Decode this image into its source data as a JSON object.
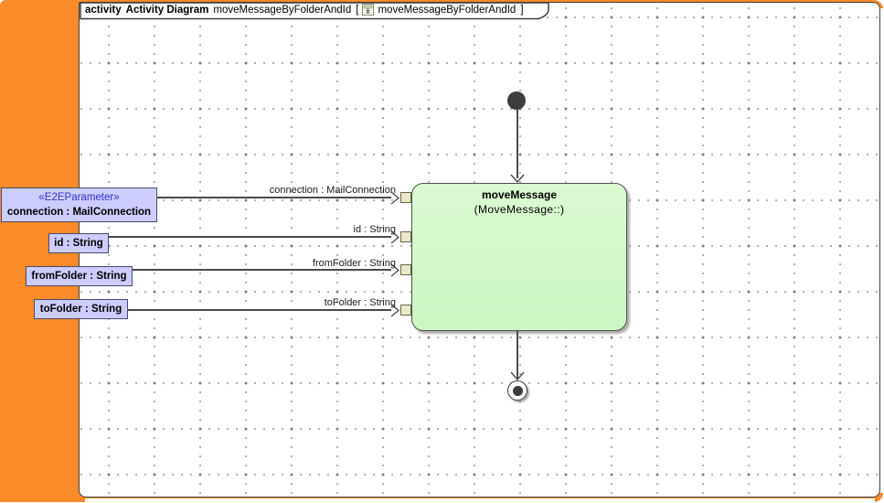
{
  "tab": {
    "keyword": "activity",
    "kind": "Activity Diagram",
    "name": "moveMessageByFolderAndId",
    "open_bracket": "[",
    "close_bracket": "]",
    "context": "moveMessageByFolderAndId",
    "icon": "activity-diagram-icon"
  },
  "activity": {
    "title": "moveMessage",
    "subtitle": "(MoveMessage::)"
  },
  "parameters": [
    {
      "stereotype": "«E2EParameter»",
      "name": "connection : MailConnection"
    },
    {
      "name": "id : String"
    },
    {
      "name": "fromFolder : String"
    },
    {
      "name": "toFolder : String"
    }
  ],
  "edge_labels": [
    "connection : MailConnection",
    "id : String",
    "fromFolder : String",
    "toFolder : String"
  ],
  "colors": {
    "backdrop_orange": "#fb8a28",
    "activity_green": "#d2f8cc",
    "parameter_lavender": "#ccccfe",
    "pin_tan": "#e9e9c8",
    "stereotype_blue": "#3333cc",
    "line_gray": "#4a4a4a"
  }
}
